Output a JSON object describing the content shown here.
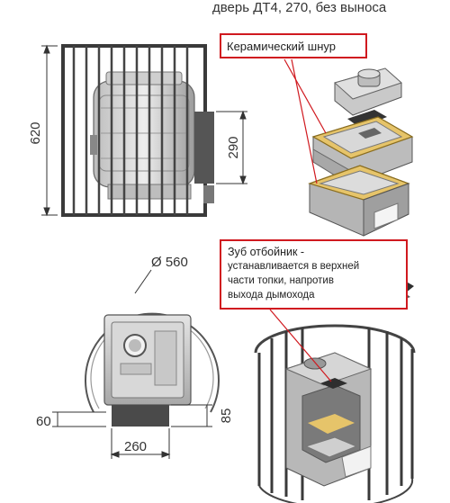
{
  "header": {
    "title": "дверь ДТ4, 270, без выноса"
  },
  "side_view": {
    "height_label": "620",
    "chamber_label": "290"
  },
  "top_view": {
    "diameter_label": "Ø 560",
    "offset_a_label": "60",
    "offset_b_label": "85",
    "width_label": "260"
  },
  "callouts": {
    "ceramic_cord": "Керамический шнур",
    "baffle_line1": "Зуб отбойник -",
    "baffle_line2": "устанавливается в верхней",
    "baffle_line3": "части топки, напротив",
    "baffle_line4": "выхода дымохода"
  },
  "colors": {
    "accent": "#d0191f",
    "metal": "#9a9a9a",
    "frame": "#3a3a3a",
    "insulation": "#e6c46a"
  }
}
